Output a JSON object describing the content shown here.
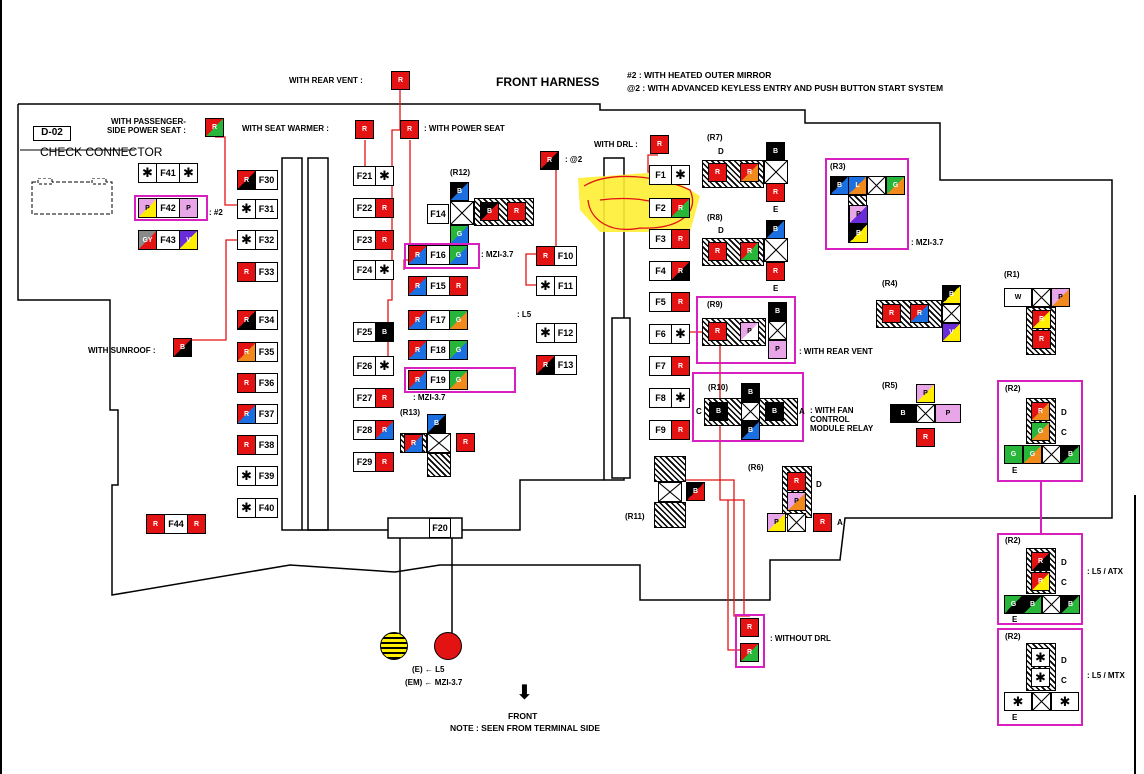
{
  "title": "FRONT HARNESS",
  "notes": {
    "n2": "#2 : WITH HEATED OUTER MIRROR",
    "a2": "@2 : WITH ADVANCED KEYLESS ENTRY AND PUSH BUTTON START SYSTEM",
    "front": "FRONT",
    "terminal": "NOTE : SEEN FROM TERMINAL SIDE"
  },
  "check": {
    "code": "D-02",
    "label": "CHECK CONNECTOR"
  },
  "labels": {
    "rear_vent_top": "WITH REAR VENT :",
    "passenger_seat": "WITH PASSENGER-\nSIDE POWER SEAT :",
    "seat_warmer": "WITH SEAT WARMER :",
    "power_seat": ": WITH POWER SEAT",
    "at2": ": @2",
    "drl": "WITH DRL :",
    "hash2": ": #2",
    "sunroof": "WITH SUNROOF :",
    "mzi_f16": ": MZI-3.7",
    "l5_f17": ": L5",
    "mzi_f19": ": MZI-3.7",
    "mzi_r3": ": MZI-3.7",
    "rear_vent_r9": ": WITH REAR VENT",
    "fan": ": WITH FAN\nCONTROL\nMODULE RELAY",
    "without_drl": ": WITHOUT DRL",
    "e_l5": "(E) ← L5",
    "em_mzi": "(EM) ← MZI-3.7",
    "l5_atx": ": L5 / ATX",
    "l5_mtx": ": L5 / MTX"
  },
  "fuses": {
    "F1": "F1",
    "F2": "F2",
    "F3": "F3",
    "F4": "F4",
    "F5": "F5",
    "F6": "F6",
    "F7": "F7",
    "F8": "F8",
    "F9": "F9",
    "F10": "F10",
    "F11": "F11",
    "F12": "F12",
    "F13": "F13",
    "F14": "F14",
    "F15": "F15",
    "F16": "F16",
    "F17": "F17",
    "F18": "F18",
    "F19": "F19",
    "F20": "F20",
    "F21": "F21",
    "F22": "F22",
    "F23": "F23",
    "F24": "F24",
    "F25": "F25",
    "F26": "F26",
    "F27": "F27",
    "F28": "F28",
    "F29": "F29",
    "F30": "F30",
    "F31": "F31",
    "F32": "F32",
    "F33": "F33",
    "F34": "F34",
    "F35": "F35",
    "F36": "F36",
    "F37": "F37",
    "F38": "F38",
    "F39": "F39",
    "F40": "F40",
    "F41": "F41",
    "F42": "F42",
    "F43": "F43",
    "F44": "F44"
  },
  "relays": {
    "R1": "(R1)",
    "R2": "(R2)",
    "R3": "(R3)",
    "R4": "(R4)",
    "R5": "(R5)",
    "R6": "(R6)",
    "R7": "(R7)",
    "R8": "(R8)",
    "R9": "(R9)",
    "R10": "(R10)",
    "R11": "(R11)",
    "R12": "(R12)",
    "R13": "(R13)"
  },
  "pins": {
    "A": "A",
    "C": "C",
    "D": "D",
    "E": "E"
  },
  "colors": {
    "R": "R",
    "B": "B",
    "G": "G",
    "W": "W",
    "P": "P",
    "Y": "Y",
    "V": "V",
    "L": "L",
    "O": "O",
    "GY": "GY",
    "star": "✱"
  },
  "palette": {
    "red": "#e31313",
    "black": "#000000",
    "green": "#27b53a",
    "blue": "#1c6fe0",
    "pink": "#e8a6e8",
    "yellow": "#ffee00",
    "violet": "#6a2bd8",
    "orange": "#f08a1c",
    "gray": "#8a8a8a",
    "magenta": "#d81fbf",
    "highlight": "#ffee33",
    "wire": "#e31313"
  }
}
